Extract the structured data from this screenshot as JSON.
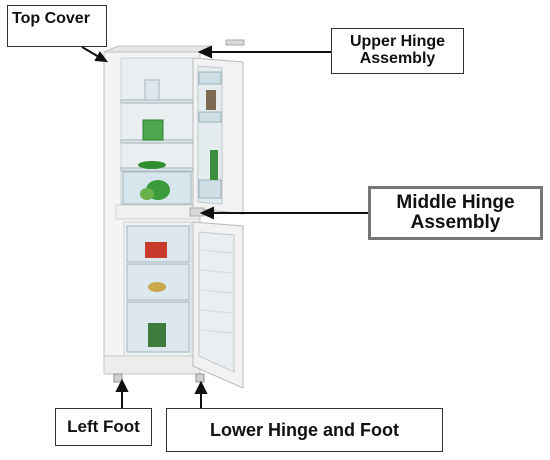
{
  "labels": {
    "top_cover": "Top Cover",
    "upper_hinge": [
      "Upper Hinge",
      "Assembly"
    ],
    "middle_hinge": [
      "Middle Hinge",
      "Assembly"
    ],
    "left_foot": "Left Foot",
    "lower_hinge": "Lower Hinge and Foot"
  },
  "colors": {
    "cabinet": "#f4f4f4",
    "cabinet_edge": "#bdbdbd",
    "interior": "#e9eef1",
    "glass": "#d6e6ec",
    "vegetable_green": "#2f8f2f",
    "storage_red": "#c83a2a",
    "arrow": "#111111"
  }
}
